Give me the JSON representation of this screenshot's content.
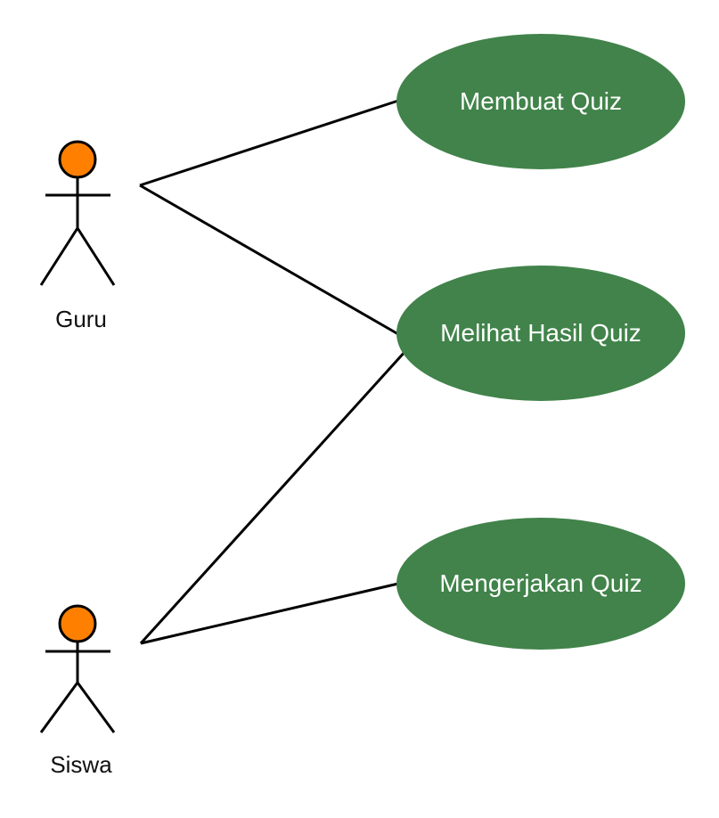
{
  "diagram": {
    "type": "use-case",
    "actors": [
      {
        "id": "guru",
        "label": "Guru"
      },
      {
        "id": "siswa",
        "label": "Siswa"
      }
    ],
    "use_cases": [
      {
        "id": "membuat-quiz",
        "label": "Membuat Quiz"
      },
      {
        "id": "melihat-hasil-quiz",
        "label": "Melihat Hasil Quiz"
      },
      {
        "id": "mengerjakan-quiz",
        "label": "Mengerjakan Quiz"
      }
    ],
    "associations": [
      {
        "from": "guru",
        "to": "membuat-quiz"
      },
      {
        "from": "guru",
        "to": "melihat-hasil-quiz"
      },
      {
        "from": "siswa",
        "to": "melihat-hasil-quiz"
      },
      {
        "from": "siswa",
        "to": "mengerjakan-quiz"
      }
    ]
  },
  "colors": {
    "actor_head": "#ff8000",
    "use_case_fill": "#41834a",
    "line": "#000000",
    "use_case_text": "#ffffff"
  }
}
